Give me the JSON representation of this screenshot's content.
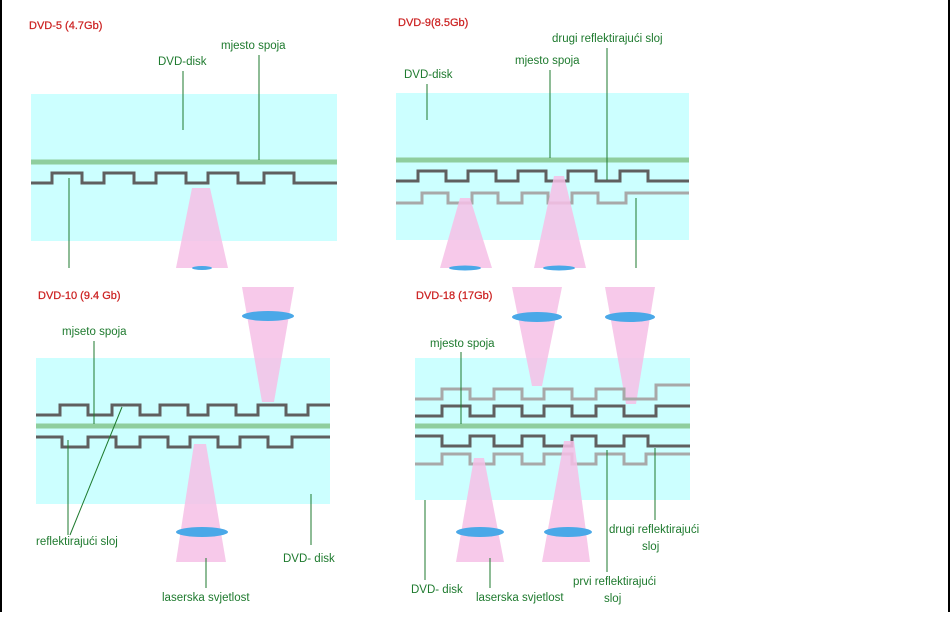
{
  "colors": {
    "title": "#cc2222",
    "label": "#1e7a2e",
    "disc": "#ccffff",
    "bond_layer": "#8fce9e",
    "reflective_layer_1": "#5f5f5f",
    "reflective_layer_2": "#a8a8a8",
    "laser_beam": "#f6bfe6",
    "lens": "#4aa8e8"
  },
  "panels": {
    "dvd5": {
      "title": "DVD-5 (4.7Gb)",
      "label_disc": "DVD-disk",
      "label_bond": "mjesto spoja"
    },
    "dvd9": {
      "title": "DVD-9(8.5Gb)",
      "label_second_layer": "drugi reflektirajući sloj",
      "label_disc": "DVD-disk",
      "label_bond": "mjesto spoja"
    },
    "dvd10": {
      "title": "DVD-10 (9.4 Gb)",
      "label_bond": "mjseto spoja",
      "label_reflective": "reflektirajući sloj",
      "label_disc": "DVD- disk",
      "label_laser": "laserska svjetlost"
    },
    "dvd18": {
      "title": "DVD-18 (17Gb)",
      "label_bond": "mjesto spoja",
      "label_second_line1": "drugi reflektirajući",
      "label_second_line2": "sloj",
      "label_first_line1": "prvi reflektirajući",
      "label_first_line2": "sloj",
      "label_disc": "DVD- disk",
      "label_laser": "laserska svjetlost"
    }
  }
}
